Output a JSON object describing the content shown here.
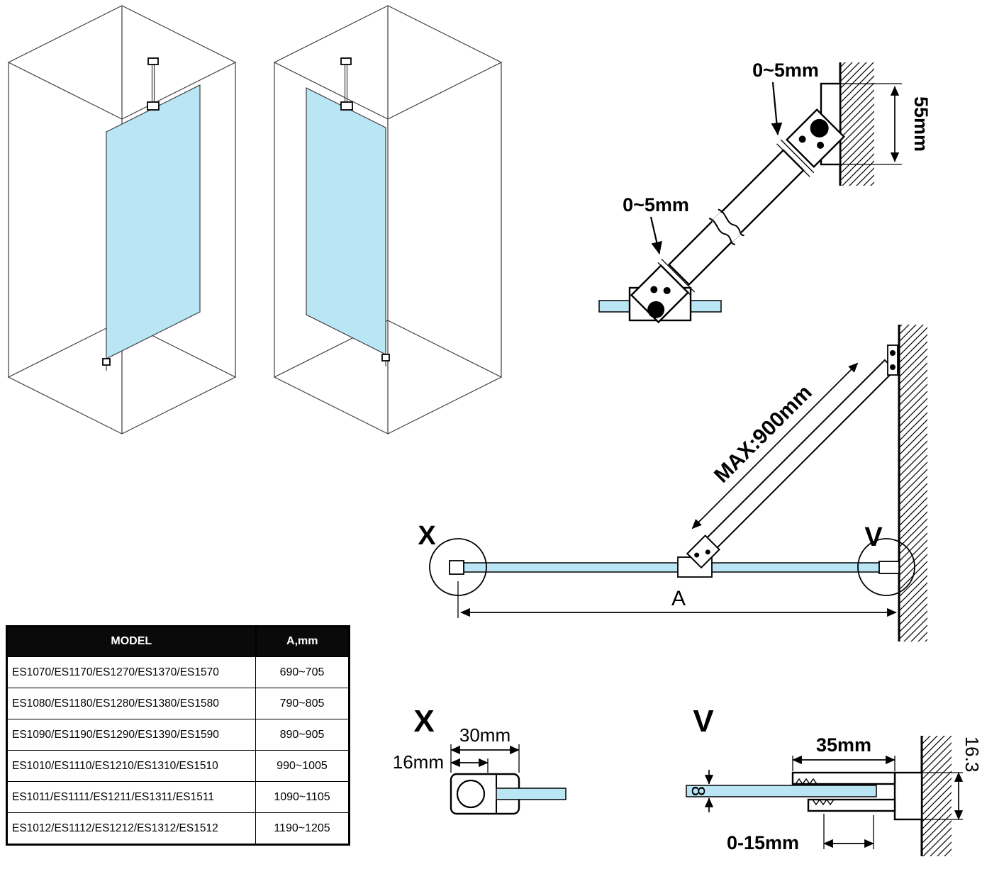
{
  "bracket_detail": {
    "gap_top_label": "0~5mm",
    "gap_mid_label": "0~5mm",
    "plate_height_label": "55mm"
  },
  "plan_view": {
    "brace_max_label": "MAX:900mm",
    "callout_x_label": "X",
    "callout_v_label": "V",
    "width_dim_label": "A"
  },
  "detail_x": {
    "title": "X",
    "profile_width_label": "30mm",
    "profile_depth_label": "16mm"
  },
  "detail_v": {
    "title": "V",
    "clamp_width_label": "35mm",
    "profile_height_label": "16.3",
    "glass_thickness_label": "8",
    "adjust_range_label": "0-15mm"
  },
  "table": {
    "headers": {
      "model": "MODEL",
      "a": "A,mm"
    },
    "rows": [
      {
        "model": "ES1070/ES1170/ES1270/ES1370/ES1570",
        "a": "690~705"
      },
      {
        "model": "ES1080/ES1180/ES1280/ES1380/ES1580",
        "a": "790~805"
      },
      {
        "model": "ES1090/ES1190/ES1290/ES1390/ES1590",
        "a": "890~905"
      },
      {
        "model": "ES1010/ES1110/ES1210/ES1310/ES1510",
        "a": "990~1005"
      },
      {
        "model": "ES1011/ES1111/ES1211/ES1311/ES1511",
        "a": "1090~1105"
      },
      {
        "model": "ES1012/ES1112/ES1212/ES1312/ES1512",
        "a": "1190~1205"
      }
    ]
  },
  "colors": {
    "glass": "#b9e5f4",
    "line": "#000000"
  }
}
